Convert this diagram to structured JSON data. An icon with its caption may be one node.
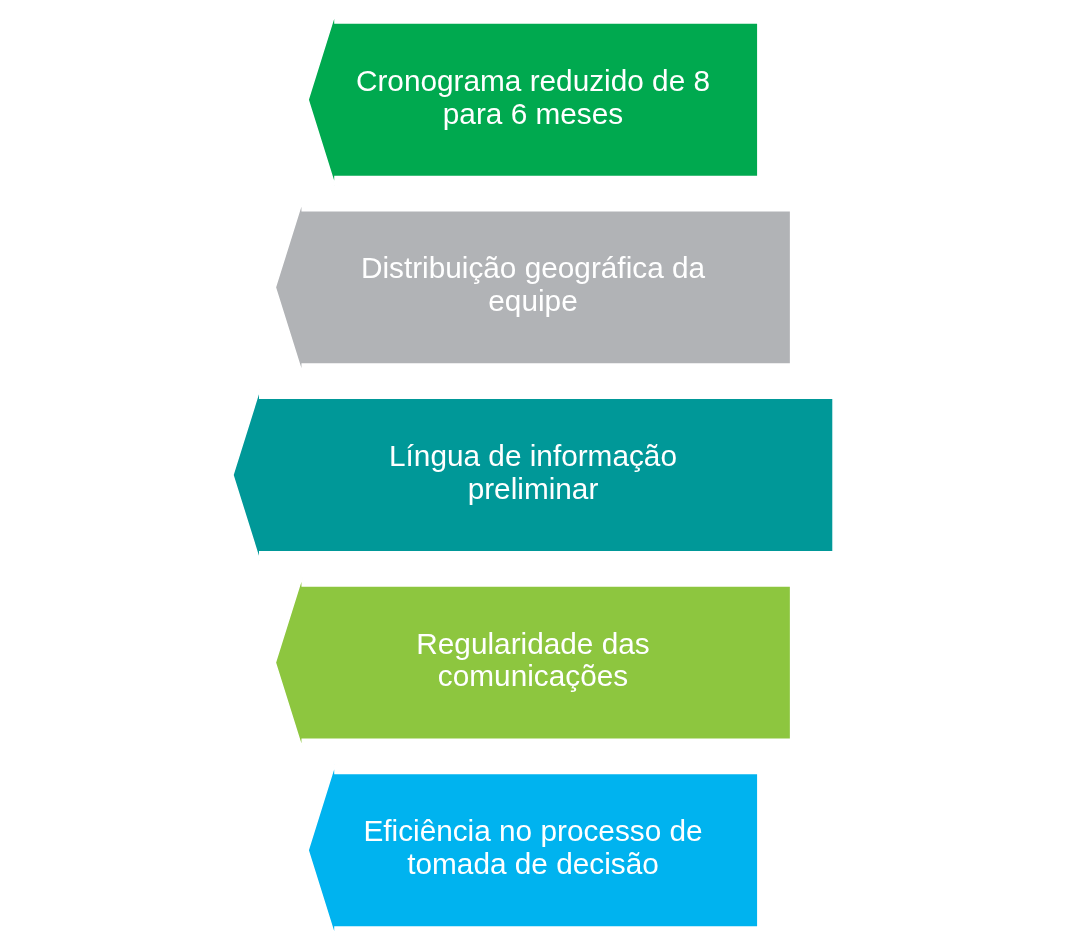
{
  "diagram": {
    "nodes": [
      {
        "text": [
          "Cronograma reduzido de 8 para 6 meses"
        ]
      },
      {
        "text": [
          "Distribuição geográfica da equipe"
        ]
      },
      {
        "text": [
          "Língua de informação preliminar"
        ]
      },
      {
        "text": [
          "Regularidade das comunicações"
        ]
      },
      {
        "text": [
          "Eficiência no processo de tomada de decisão"
        ]
      }
    ]
  }
}
